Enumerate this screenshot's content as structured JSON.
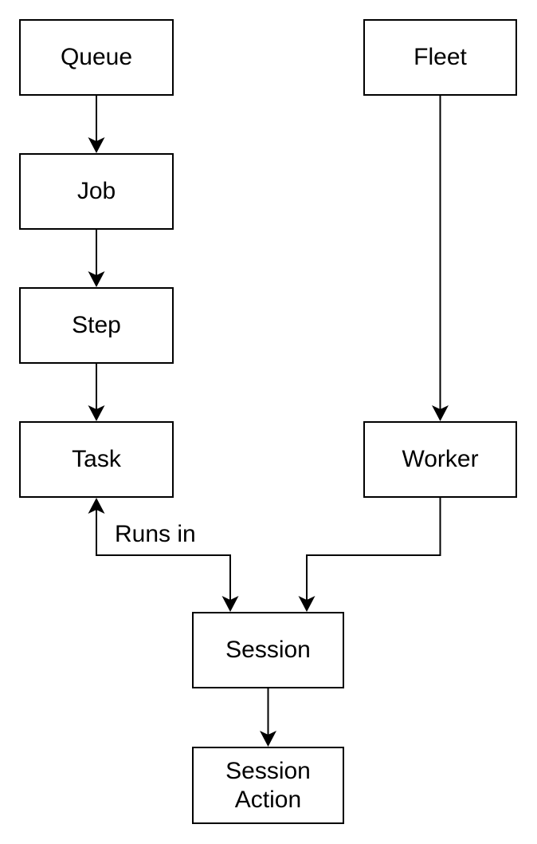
{
  "diagram": {
    "colors": {
      "background": "#ffffff",
      "stroke": "#000000",
      "node_fill": "#ffffff",
      "text": "#000000"
    },
    "nodes": {
      "queue": {
        "label": "Queue"
      },
      "job": {
        "label": "Job"
      },
      "step": {
        "label": "Step"
      },
      "task": {
        "label": "Task"
      },
      "fleet": {
        "label": "Fleet"
      },
      "worker": {
        "label": "Worker"
      },
      "session": {
        "label": "Session"
      },
      "session_action": {
        "label": "Session Action"
      }
    },
    "edges": [
      {
        "from": "Queue",
        "to": "Job",
        "arrow": "to",
        "label": ""
      },
      {
        "from": "Job",
        "to": "Step",
        "arrow": "to",
        "label": ""
      },
      {
        "from": "Step",
        "to": "Task",
        "arrow": "to",
        "label": ""
      },
      {
        "from": "Fleet",
        "to": "Worker",
        "arrow": "to",
        "label": ""
      },
      {
        "from": "Task",
        "to": "Session",
        "arrow": "both",
        "label": "Runs in"
      },
      {
        "from": "Worker",
        "to": "Session",
        "arrow": "to",
        "label": ""
      },
      {
        "from": "Session",
        "to": "Session Action",
        "arrow": "to",
        "label": ""
      }
    ]
  }
}
